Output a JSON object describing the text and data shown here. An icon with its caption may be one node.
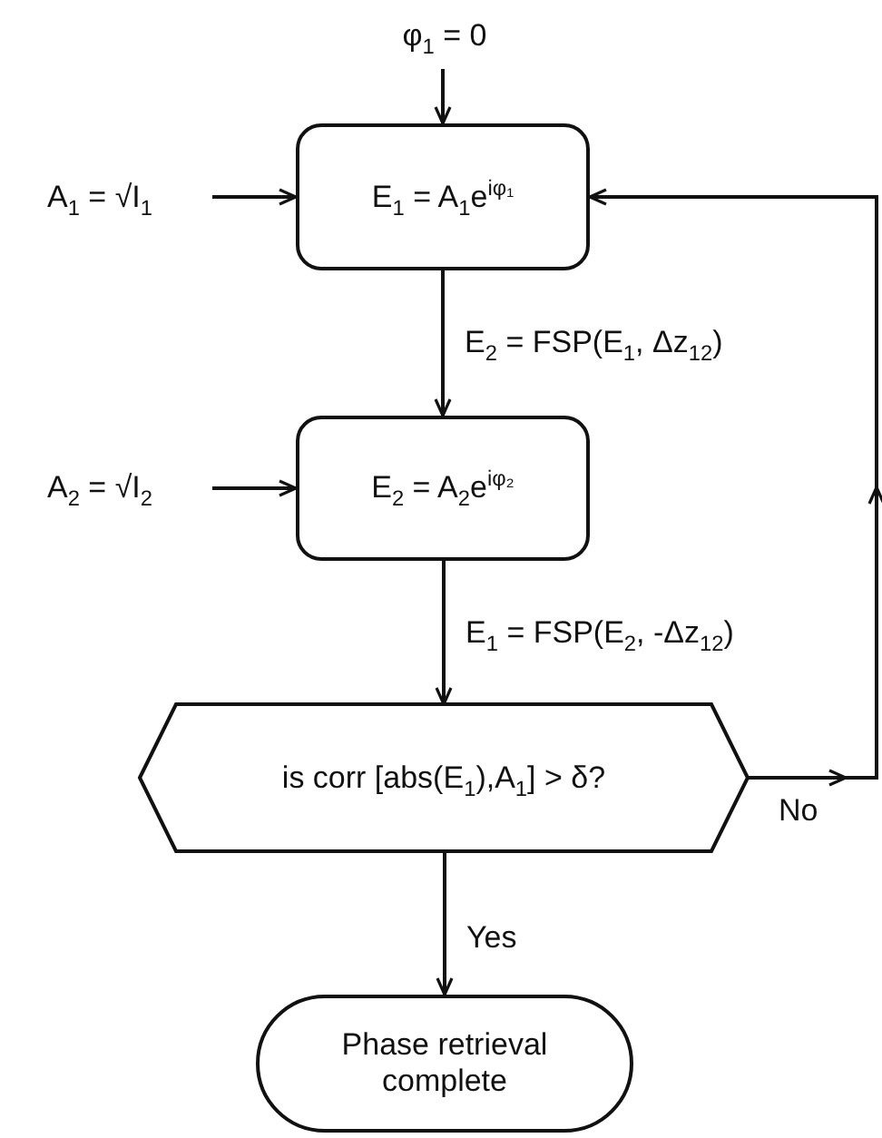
{
  "diagram": {
    "nodes": [
      {
        "text": [
          "φ$_{1}$ = 0"
        ]
      },
      {
        "text": [
          "A$_{1}$ = √I$_{1}$"
        ]
      },
      {
        "text": [
          "E$_{1}$ = A$_{1}$e$^{iφ₁}$"
        ]
      },
      {
        "text": [
          "A$_{2}$ = √I$_{2}$"
        ]
      },
      {
        "text": [
          "E$_{2}$ = A$_{2}$e$^{iφ₂}$"
        ]
      },
      {
        "text": [
          "is corr [abs(E$_{1}$),A$_{1}$] > δ?"
        ]
      },
      {
        "text": [
          "Phase retrieval complete"
        ]
      }
    ],
    "edges": [
      {
        "from": 0,
        "to": 2,
        "arrow": "to"
      },
      {
        "from": 1,
        "to": 2,
        "arrow": "to"
      },
      {
        "from": 2,
        "to": 4,
        "arrow": "to",
        "label": "E$_{2}$ = FSP(E$_{1}$, Δz$_{12}$)"
      },
      {
        "from": 3,
        "to": 4,
        "arrow": "to"
      },
      {
        "from": 4,
        "to": 5,
        "arrow": "to",
        "label": "E$_{1}$ = FSP(E$_{2}$, -Δz$_{12}$)"
      },
      {
        "from": 5,
        "to": 2,
        "arrow": "to",
        "label": "No"
      },
      {
        "from": 5,
        "to": 6,
        "arrow": "to",
        "label": "Yes"
      }
    ]
  }
}
